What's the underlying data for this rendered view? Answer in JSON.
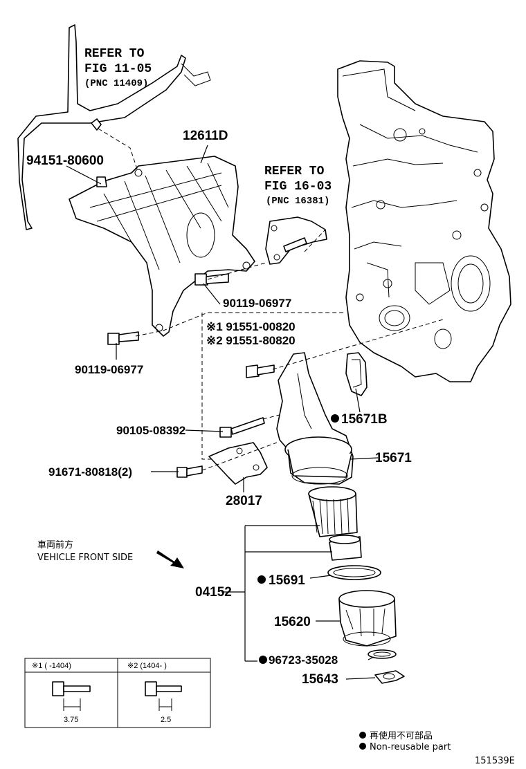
{
  "refer1": {
    "line1": "REFER TO",
    "line2": "FIG 11-05",
    "line3": "(PNC 11409)"
  },
  "refer2": {
    "line1": "REFER TO",
    "line2": "FIG 16-03",
    "line3": "(PNC 16381)"
  },
  "parts": {
    "p12611D": "12611D",
    "p94151": "94151-80600",
    "p90119a": "90119-06977",
    "p90119b": "90119-06977",
    "p91551a": "※1 91551-00820",
    "p91551b": "※2 91551-80820",
    "p15671B": "15671B",
    "p90105": "90105-08392",
    "p15671": "15671",
    "p91671": "91671-80818(2)",
    "p28017": "28017",
    "p04152": "04152",
    "p15691": "15691",
    "p15620": "15620",
    "p96723": "96723-35028",
    "p15643": "15643"
  },
  "direction": {
    "jp": "車両前方",
    "en": "VEHICLE FRONT SIDE"
  },
  "bolt_table": {
    "col1_header": "※1 (       -1404)",
    "col2_header": "※2 (1404-       )",
    "col1_value": "3.75",
    "col2_value": "2.5"
  },
  "legend": {
    "jp": "再使用不可部品",
    "en": "Non-reusable part"
  },
  "figure_id": "151539E"
}
